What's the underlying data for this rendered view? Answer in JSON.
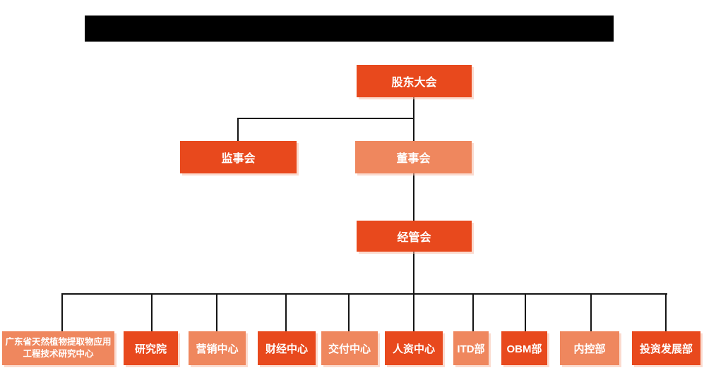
{
  "header": {
    "redacted_title_bar": true,
    "bar_color": "#000000"
  },
  "colors": {
    "node_dark_orange": "#E8491D",
    "node_light_orange": "#EF875E",
    "connector_line": "#141414",
    "node_text": "#FFFFFF",
    "background": "#FFFFFF"
  },
  "org": {
    "shareholders": {
      "label": "股东大会",
      "tone": "dark"
    },
    "supervisory": {
      "label": "监事会",
      "tone": "dark"
    },
    "board": {
      "label": "董事会",
      "tone": "light"
    },
    "management": {
      "label": "经管会",
      "tone": "dark"
    },
    "departments": [
      {
        "label": "广东省天然植物提取物应用工程技术研究中心",
        "tone": "light"
      },
      {
        "label": "研究院",
        "tone": "dark"
      },
      {
        "label": "营销中心",
        "tone": "light"
      },
      {
        "label": "财经中心",
        "tone": "dark"
      },
      {
        "label": "交付中心",
        "tone": "light"
      },
      {
        "label": "人资中心",
        "tone": "dark"
      },
      {
        "label": "ITD部",
        "tone": "light"
      },
      {
        "label": "OBM部",
        "tone": "dark"
      },
      {
        "label": "内控部",
        "tone": "light"
      },
      {
        "label": "投资发展部",
        "tone": "dark"
      }
    ],
    "hierarchy": {
      "股东大会": {
        "children": [
          "监事会",
          "董事会"
        ]
      },
      "董事会": {
        "children": [
          "经管会"
        ]
      },
      "经管会": {
        "children": [
          "广东省天然植物提取物应用工程技术研究中心",
          "研究院",
          "营销中心",
          "财经中心",
          "交付中心",
          "人资中心",
          "ITD部",
          "OBM部",
          "内控部",
          "投资发展部"
        ]
      }
    }
  }
}
